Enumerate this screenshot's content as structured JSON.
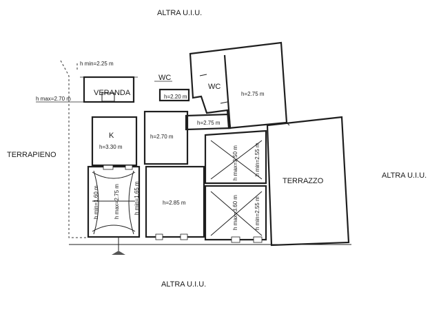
{
  "surroundings": {
    "top": "ALTRA U.I.U.",
    "bottom": "ALTRA U.I.U.",
    "right": "ALTRA U.I.U.",
    "left": "TERRAPIENO"
  },
  "rooms": {
    "veranda": "VERANDA",
    "wc_small": "WC",
    "wc_large": "WC",
    "kitchen": "K",
    "terrace": "TERRAZZO"
  },
  "heights": {
    "veranda_hmin": "h min=2.25 m",
    "veranda_hmax": "h max=2.70 m",
    "wc_small": "h=2.20 m",
    "room_upper_right": "h=2.75 m",
    "corridor": "h=2.75 m",
    "kitchen": "h=3.30 m",
    "room_middle": "h=2.70 m",
    "room_main": "h=2.85 m",
    "vault_left_min": "h min=1.60 m",
    "vault_left_max": "h max=2.75 m",
    "vault_right_min": "h min=1.65 m",
    "room_r1_max": "h max=3.50 m",
    "room_r1_min": "h min=2.55 m",
    "room_r2_max": "h max=3.60 m",
    "room_r2_min": "h min=2.55 m"
  }
}
